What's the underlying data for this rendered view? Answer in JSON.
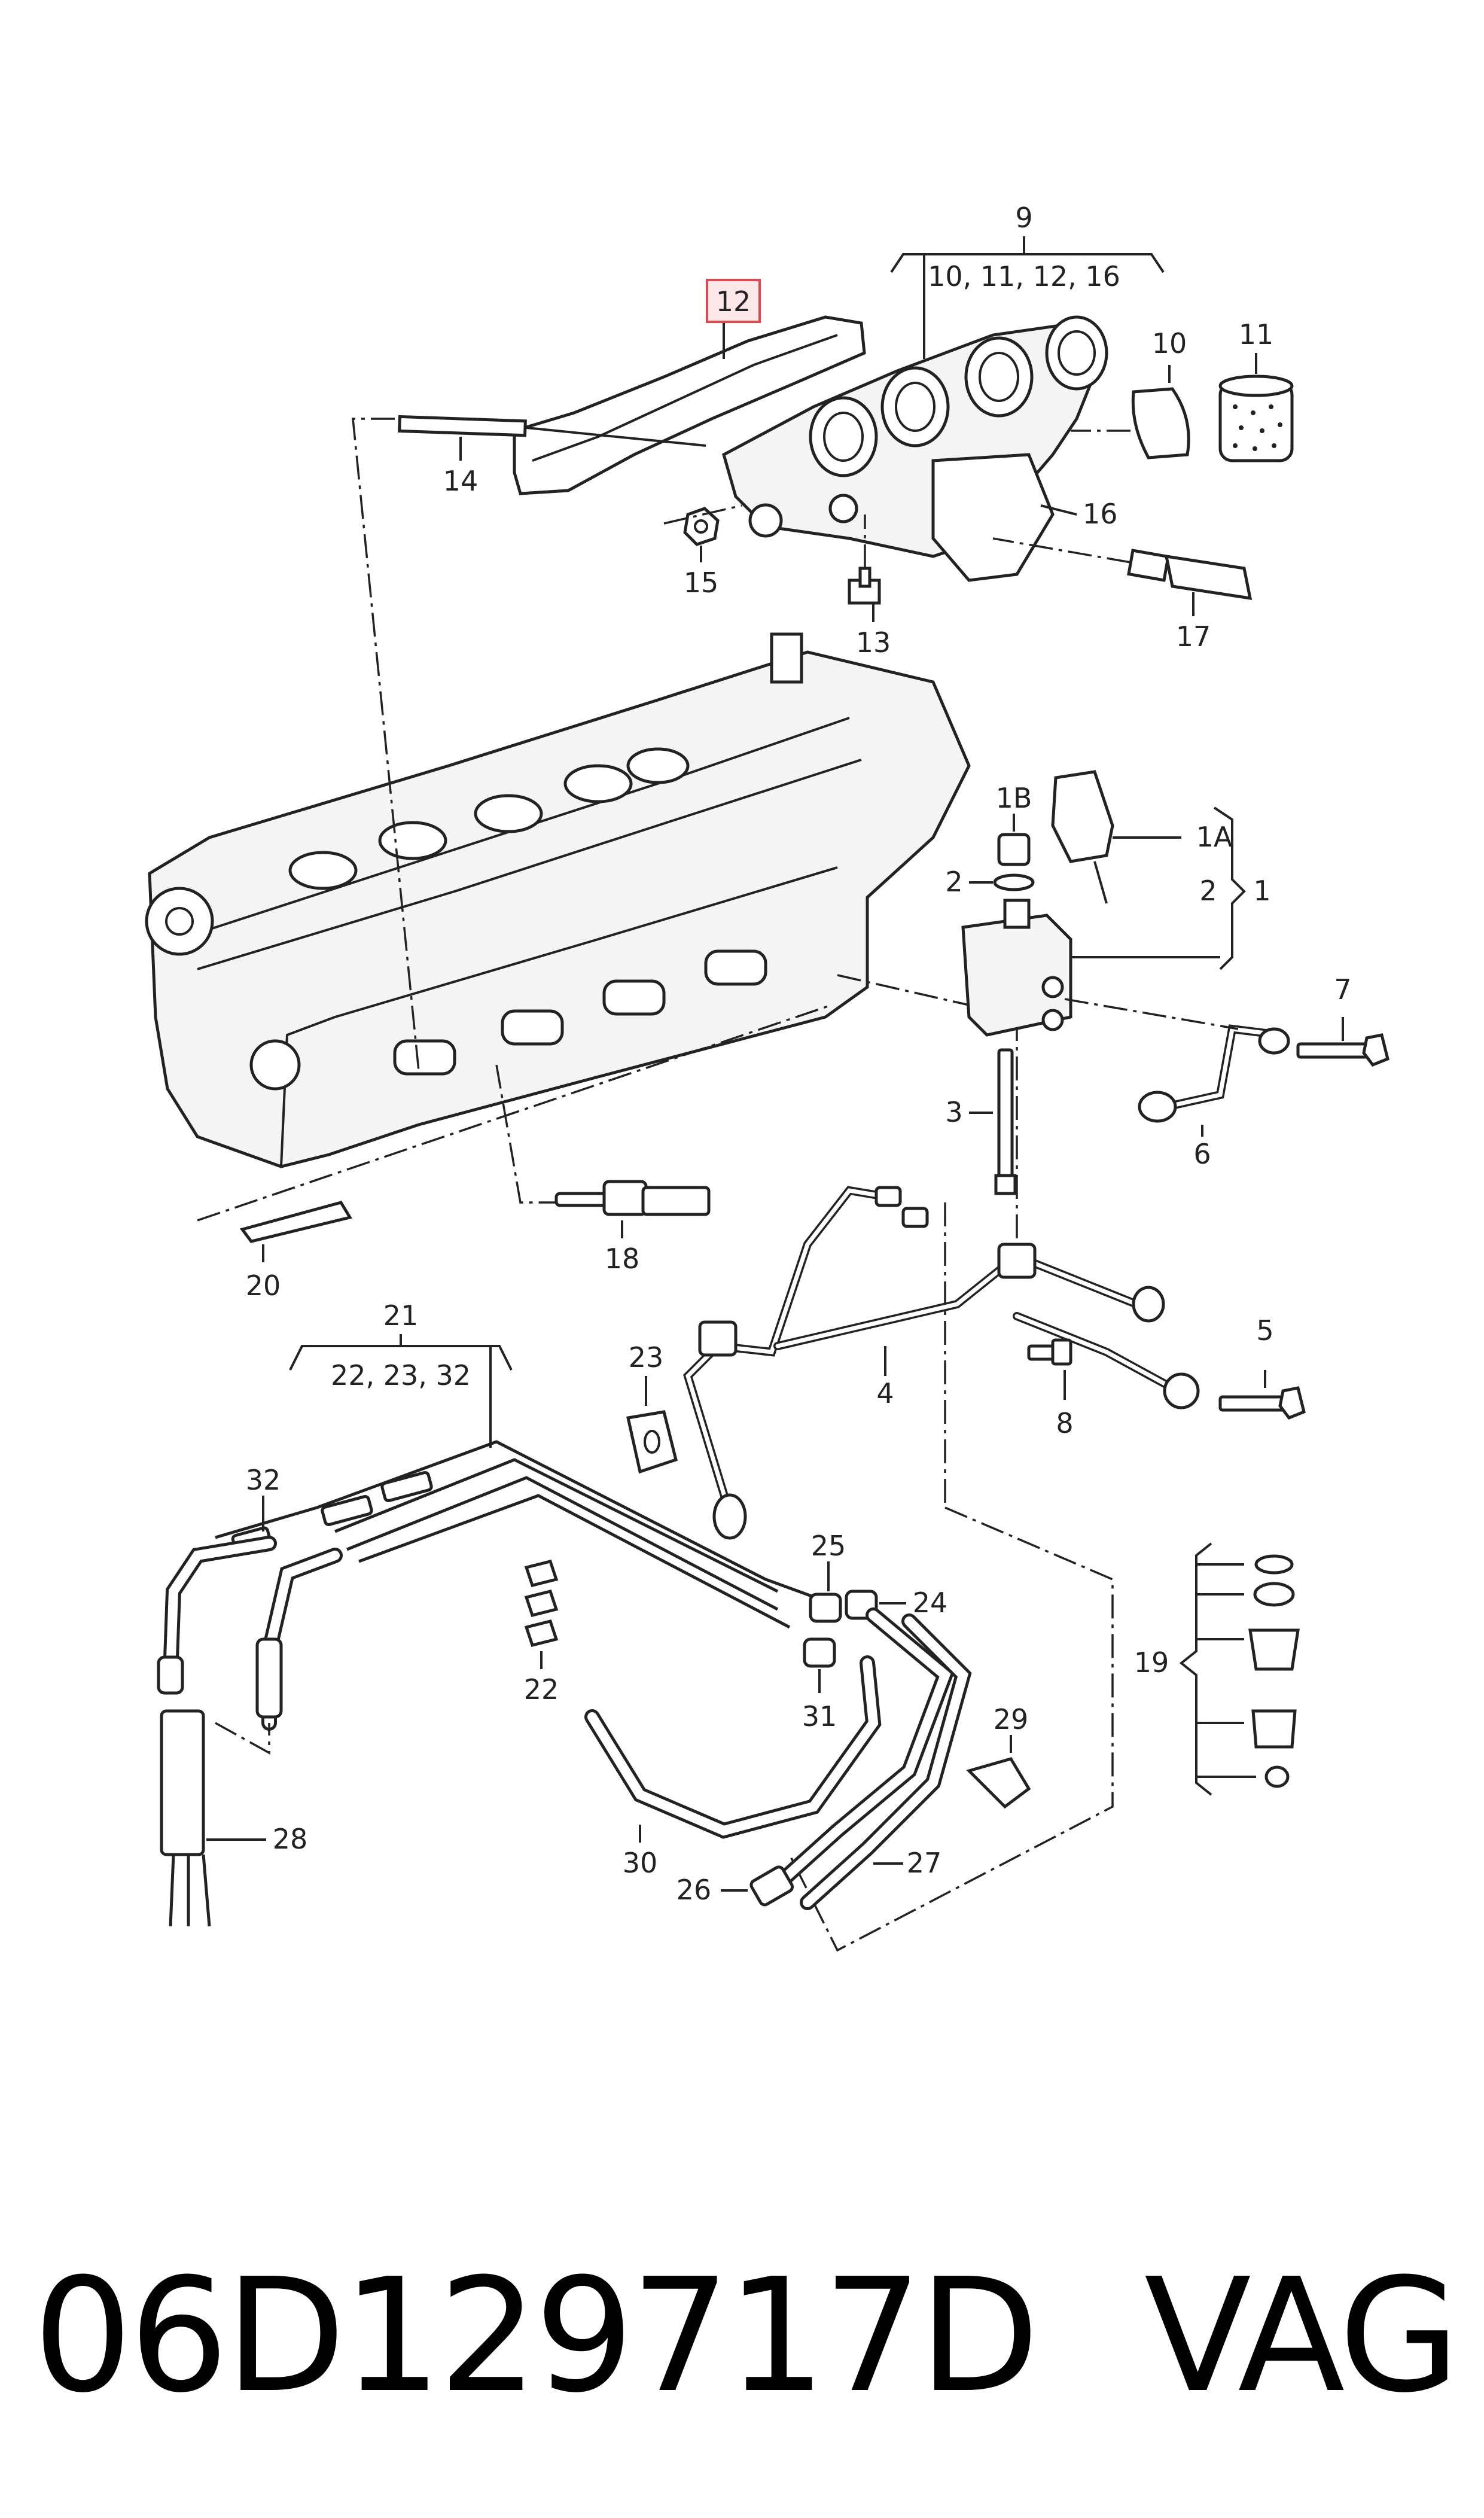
{
  "callouts": {
    "c1": "1",
    "c1A": "1A",
    "c1B": "1B",
    "c2a": "2",
    "c2b": "2",
    "c3": "3",
    "c4": "4",
    "c5": "5",
    "c6": "6",
    "c7": "7",
    "c8": "8",
    "c9": "9",
    "c9sub": "10, 11, 12, 16",
    "c10": "10",
    "c11": "11",
    "c12": "12",
    "c13": "13",
    "c14": "14",
    "c15": "15",
    "c16": "16",
    "c17": "17",
    "c18": "18",
    "c19": "19",
    "c20": "20",
    "c21": "21",
    "c21sub": "22, 23, 32",
    "c22": "22",
    "c23": "23",
    "c24": "24",
    "c25": "25",
    "c26": "26",
    "c27": "27",
    "c28": "28",
    "c29": "29",
    "c30": "30",
    "c31": "31",
    "c32": "32"
  },
  "highlight": {
    "callout": "12",
    "color": "#e0484f",
    "fill": "#fbe7e8"
  },
  "footer": {
    "part_number": "06D129717D",
    "brand": "VAG"
  }
}
